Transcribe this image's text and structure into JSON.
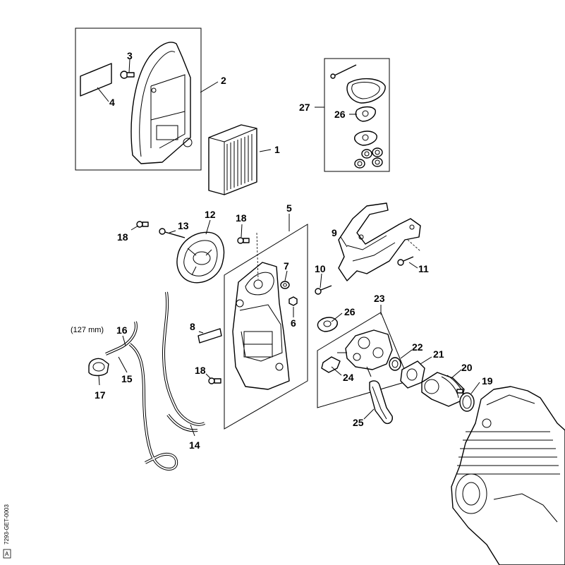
{
  "diagram": {
    "callouts": [
      {
        "id": "1",
        "label": "1"
      },
      {
        "id": "2",
        "label": "2"
      },
      {
        "id": "3",
        "label": "3"
      },
      {
        "id": "4",
        "label": "4"
      },
      {
        "id": "5",
        "label": "5"
      },
      {
        "id": "6",
        "label": "6"
      },
      {
        "id": "7",
        "label": "7"
      },
      {
        "id": "8",
        "label": "8"
      },
      {
        "id": "9",
        "label": "9"
      },
      {
        "id": "10",
        "label": "10"
      },
      {
        "id": "11",
        "label": "11"
      },
      {
        "id": "12",
        "label": "12"
      },
      {
        "id": "13",
        "label": "13"
      },
      {
        "id": "14",
        "label": "14"
      },
      {
        "id": "15",
        "label": "15"
      },
      {
        "id": "16",
        "label": "16"
      },
      {
        "id": "17",
        "label": "17"
      },
      {
        "id": "18a",
        "label": "18"
      },
      {
        "id": "18b",
        "label": "18"
      },
      {
        "id": "18c",
        "label": "18"
      },
      {
        "id": "19",
        "label": "19"
      },
      {
        "id": "20",
        "label": "20"
      },
      {
        "id": "21",
        "label": "21"
      },
      {
        "id": "22",
        "label": "22"
      },
      {
        "id": "23",
        "label": "23"
      },
      {
        "id": "24",
        "label": "24"
      },
      {
        "id": "25",
        "label": "25"
      },
      {
        "id": "26a",
        "label": "26"
      },
      {
        "id": "26b",
        "label": "26"
      },
      {
        "id": "27",
        "label": "27"
      }
    ],
    "length_note": "(127 mm)",
    "drawing_code": "7293-GET-0003",
    "corner_mark": "A"
  }
}
